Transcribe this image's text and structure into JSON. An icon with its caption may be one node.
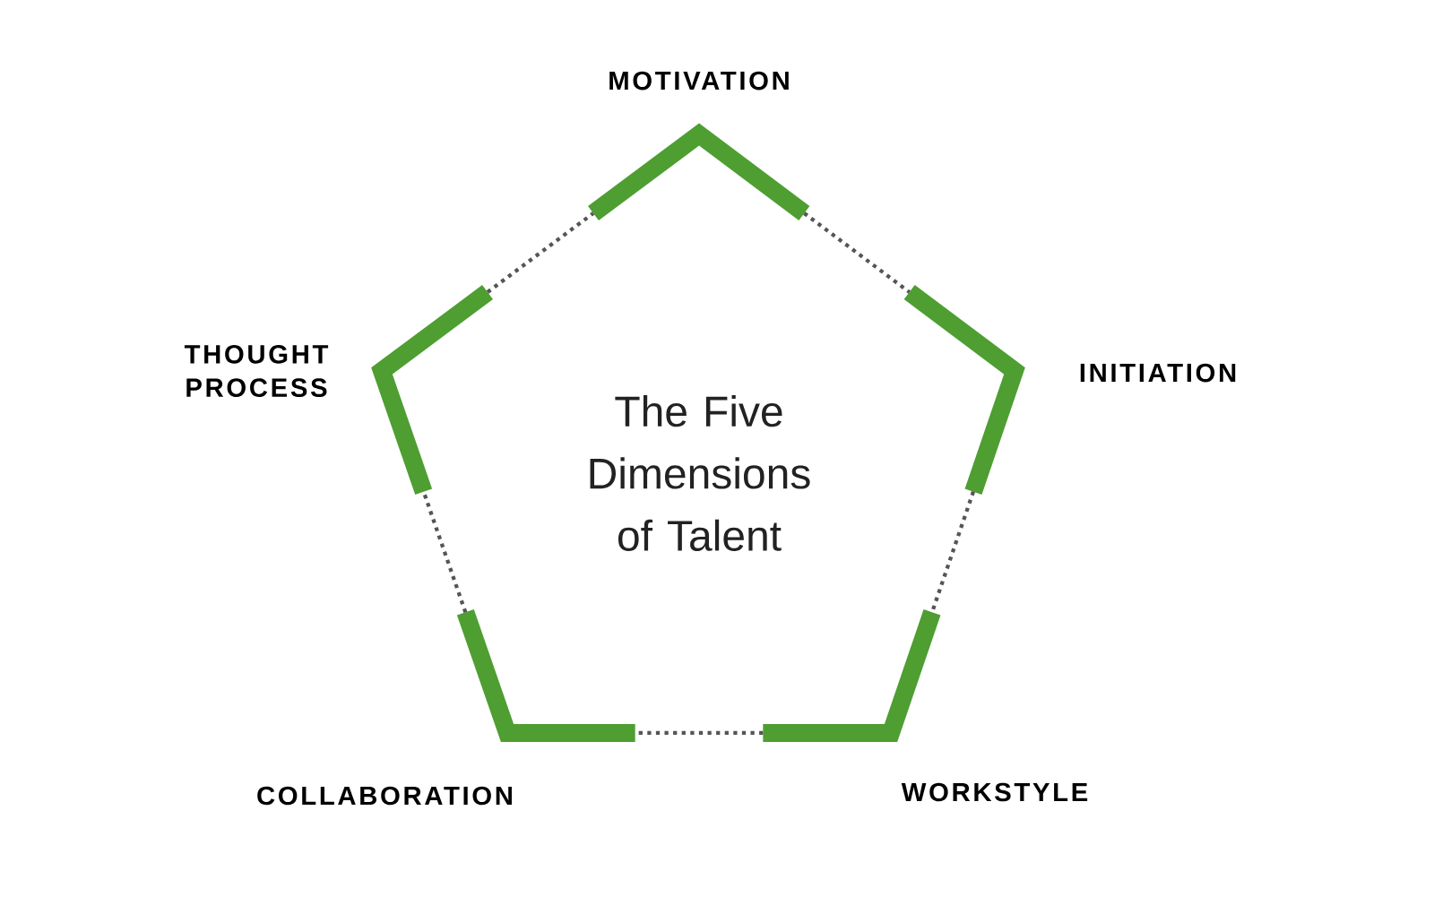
{
  "diagram": {
    "nodes": [
      {
        "text": [
          "MOTIVATION"
        ]
      },
      {
        "text": [
          "THOUGHT PROCESS"
        ]
      },
      {
        "text": [
          "INITIATION"
        ]
      },
      {
        "text": [
          "COLLABORATION"
        ]
      },
      {
        "text": [
          "WORKSTYLE"
        ]
      }
    ],
    "edges": [
      {
        "from": 0,
        "to": 2,
        "arrow": "none"
      },
      {
        "from": 2,
        "to": 4,
        "arrow": "none"
      },
      {
        "from": 4,
        "to": 3,
        "arrow": "none"
      },
      {
        "from": 3,
        "to": 1,
        "arrow": "none"
      },
      {
        "from": 1,
        "to": 0,
        "arrow": "none"
      }
    ],
    "labels": [
      "The Five Dimensions of Talent"
    ]
  }
}
